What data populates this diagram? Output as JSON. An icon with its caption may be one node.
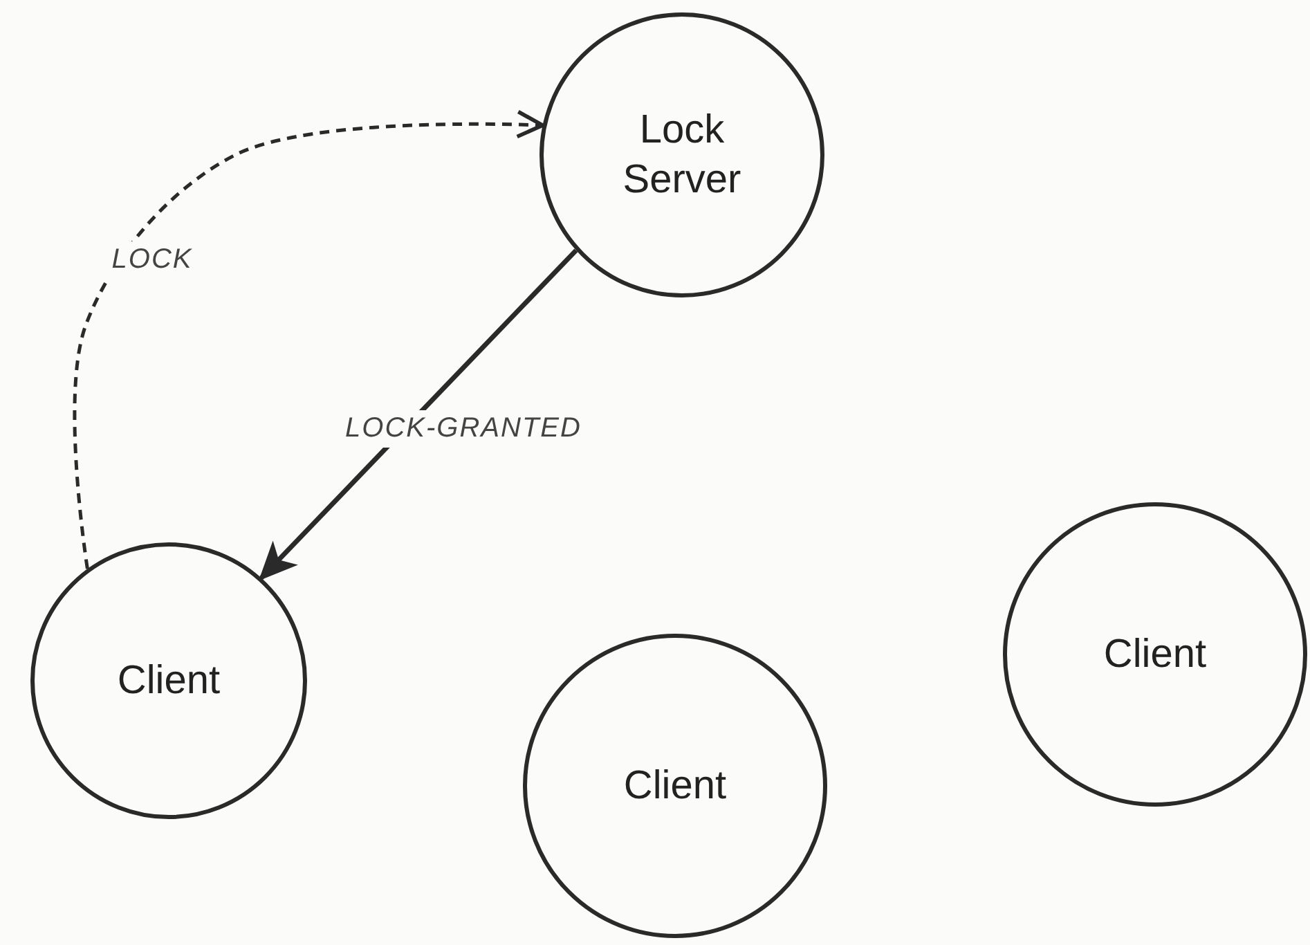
{
  "diagram": {
    "nodes": [
      {
        "text": [
          "Lock Server"
        ]
      },
      {
        "text": [
          "Client"
        ]
      },
      {
        "text": [
          "Client"
        ]
      },
      {
        "text": [
          "Client"
        ]
      }
    ],
    "edges": [
      {
        "from": 1,
        "to": 0,
        "arrow": "to",
        "label": "LOCK",
        "style": "dashed"
      },
      {
        "from": 0,
        "to": 1,
        "arrow": "to",
        "label": "LOCK-GRANTED"
      }
    ]
  }
}
